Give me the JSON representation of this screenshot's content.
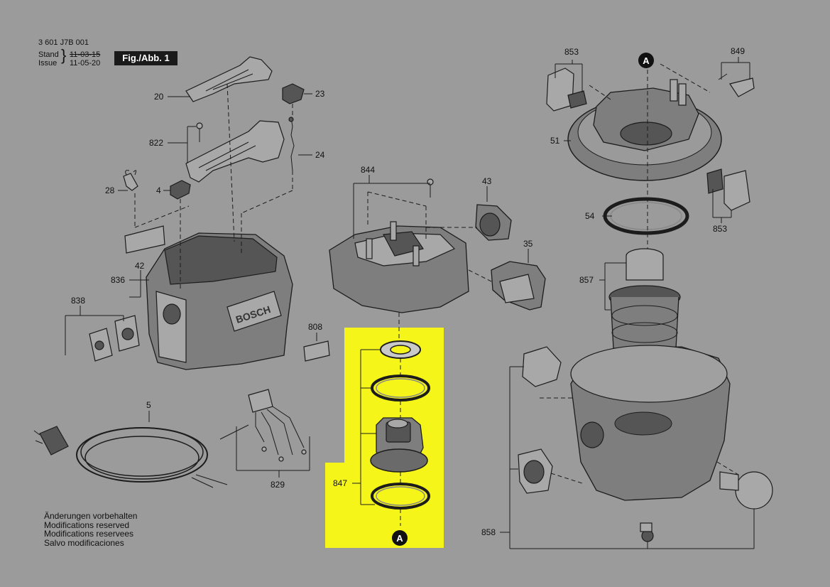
{
  "header": {
    "doc_number": "3 601 J7B 001",
    "stand_label": "Stand",
    "stand_date": "11-03-15",
    "issue_label": "Issue",
    "issue_date": "11-05-20",
    "figure_label": "Fig./Abb. 1"
  },
  "notes": [
    "Änderungen vorbehalten",
    "Modifications reserved",
    "Modifications reservees",
    "Salvo modificaciones"
  ],
  "parts": {
    "p20": "20",
    "p23": "23",
    "p822": "822",
    "p24": "24",
    "p28": "28",
    "p4": "4",
    "p836": "836",
    "p42": "42",
    "p838": "838",
    "p808": "808",
    "p5": "5",
    "p829": "829",
    "p844": "844",
    "p43": "43",
    "p35": "35",
    "p847": "847",
    "p853a": "853",
    "p849": "849",
    "p51": "51",
    "p54": "54",
    "p853b": "853",
    "p857": "857",
    "p858": "858"
  },
  "markers": {
    "top": "A",
    "bottom": "A"
  },
  "logo_text": "BOSCH",
  "highlight_color": "#f5f51a"
}
